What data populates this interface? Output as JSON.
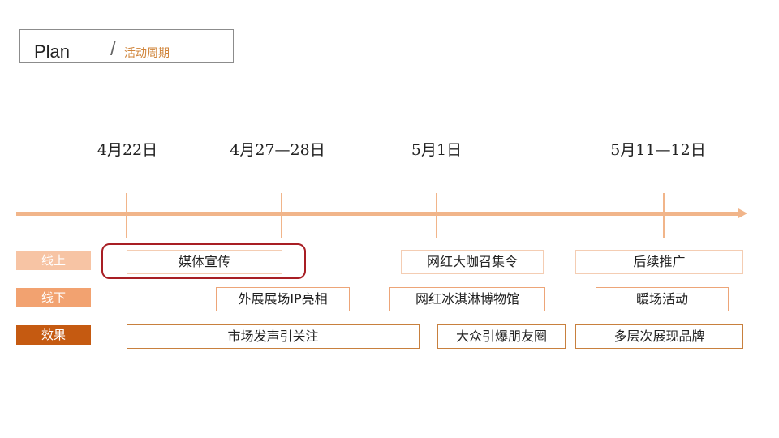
{
  "header": {
    "title": "Plan",
    "slash": "/",
    "subtitle": "活动周期"
  },
  "dates": [
    "4月22日",
    "4月27—28日",
    "5月1日",
    "5月11—12日"
  ],
  "row_labels": {
    "online": "线上",
    "offline": "线下",
    "effect": "效果"
  },
  "online": [
    "媒体宣传",
    "网红大咖召集令",
    "后续推广"
  ],
  "offline": [
    "外展展场IP亮相",
    "网红冰淇淋博物馆",
    "暖场活动"
  ],
  "effect": [
    "市场发声引关注",
    "大众引爆朋友圈",
    "多层次展现品牌"
  ],
  "colors": {
    "timeline": "#f1b58a",
    "online_label": "#f7c4a4",
    "offline_label": "#f2a270",
    "effect_label": "#c55a11",
    "highlight": "#a81e24",
    "subtitle": "#d0843a"
  }
}
